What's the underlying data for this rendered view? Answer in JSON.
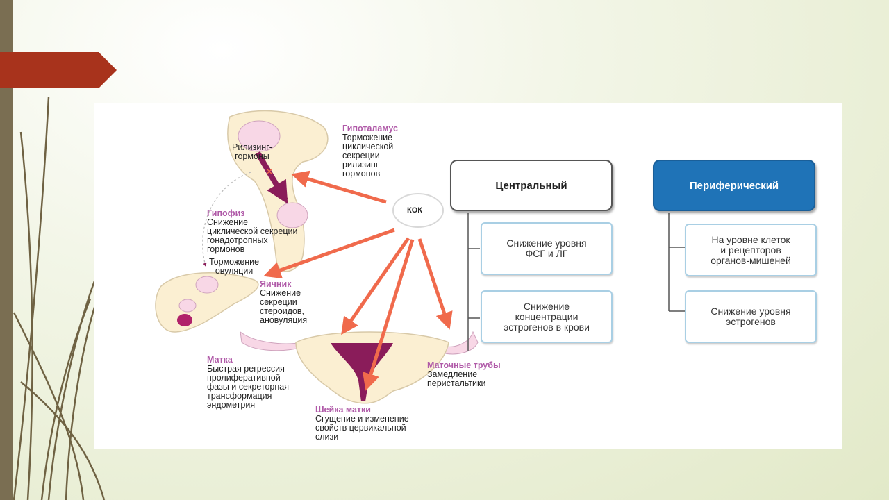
{
  "colors": {
    "accent_banner": "#a8331c",
    "left_bar": "#7a6e52",
    "arrow": "#f06a4c",
    "heading_purple": "#b05aa8",
    "peripheral_box": "#1f73b7"
  },
  "diagram": {
    "hypothalamus": {
      "heading": "Гипоталамус",
      "text": "Торможение\nциклической\nсекреции\nрилизинг-\nгормонов"
    },
    "releasing_label": "Рилизинг-\nгормоны",
    "pituitary": {
      "heading": "Гипофиз",
      "text": "Снижение\nциклической секреции\nгонадотропных\nгормонов",
      "ovulation": "Торможение\nовуляции"
    },
    "center_label": "КОК",
    "ovary": {
      "heading": "Яичник",
      "text": "Снижение\nсекреции\nстероидов,\nановуляция"
    },
    "uterus": {
      "heading": "Матка",
      "text": "Быстрая регрессия\nпролиферативной\nфазы и секреторная\nтрансформация\nэндометрия"
    },
    "tubes": {
      "heading": "Маточные трубы",
      "text": "Замедление\nперистальтики"
    },
    "cervix": {
      "heading": "Шейка матки",
      "text": "Сгущение и изменение\nсвойств цервикальной\nслизи"
    }
  },
  "flowchart": {
    "central": {
      "title": "Центральный",
      "items": [
        "Снижение уровня\nФСГ и ЛГ",
        "Снижение\nконцентрации\nэстрогенов в крови"
      ]
    },
    "peripheral": {
      "title": "Периферический",
      "items": [
        "На уровне клеток\nи рецепторов\nорганов-мишеней",
        "Снижение уровня\nэстрогенов"
      ]
    }
  }
}
